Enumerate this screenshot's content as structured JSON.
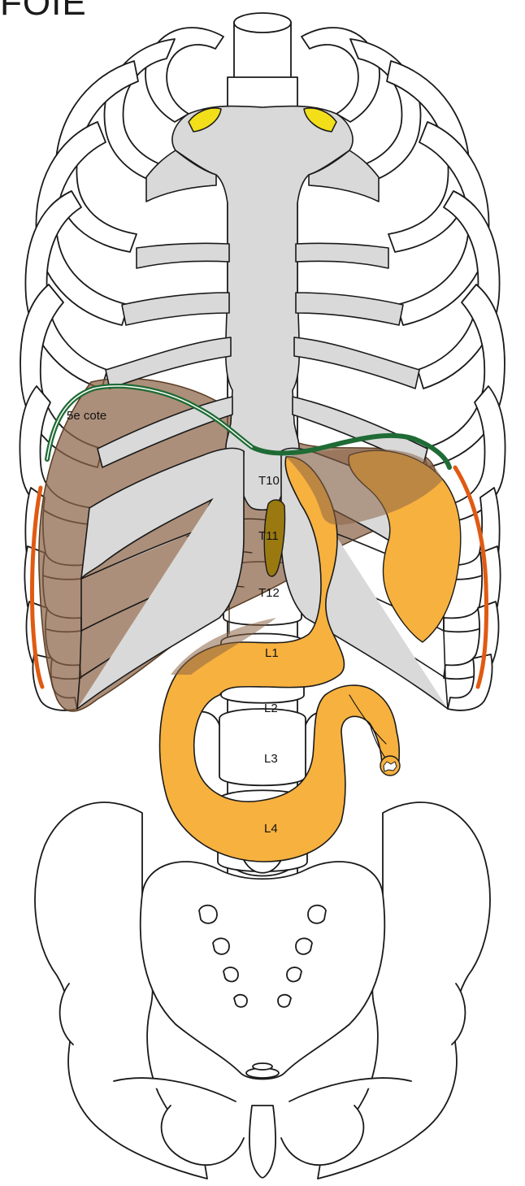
{
  "title": "FOIE",
  "labels": {
    "rib5": "5e cote",
    "t10": "T10",
    "t11": "T11",
    "t12": "T12",
    "l1": "L1",
    "l2": "L2",
    "l3": "L3",
    "l4": "L4"
  },
  "colors": {
    "bone": "#d9d9d9",
    "rib_fill": "#ffffff",
    "outline": "#1a1a1a",
    "liver": "#8c6446",
    "gallbladder": "#9a7a10",
    "duodenum": "#f7b13f",
    "diaphragm_line": "#1f6b35",
    "margin_line": "#e05a12",
    "clavicle_joint": "#f2df1a"
  }
}
